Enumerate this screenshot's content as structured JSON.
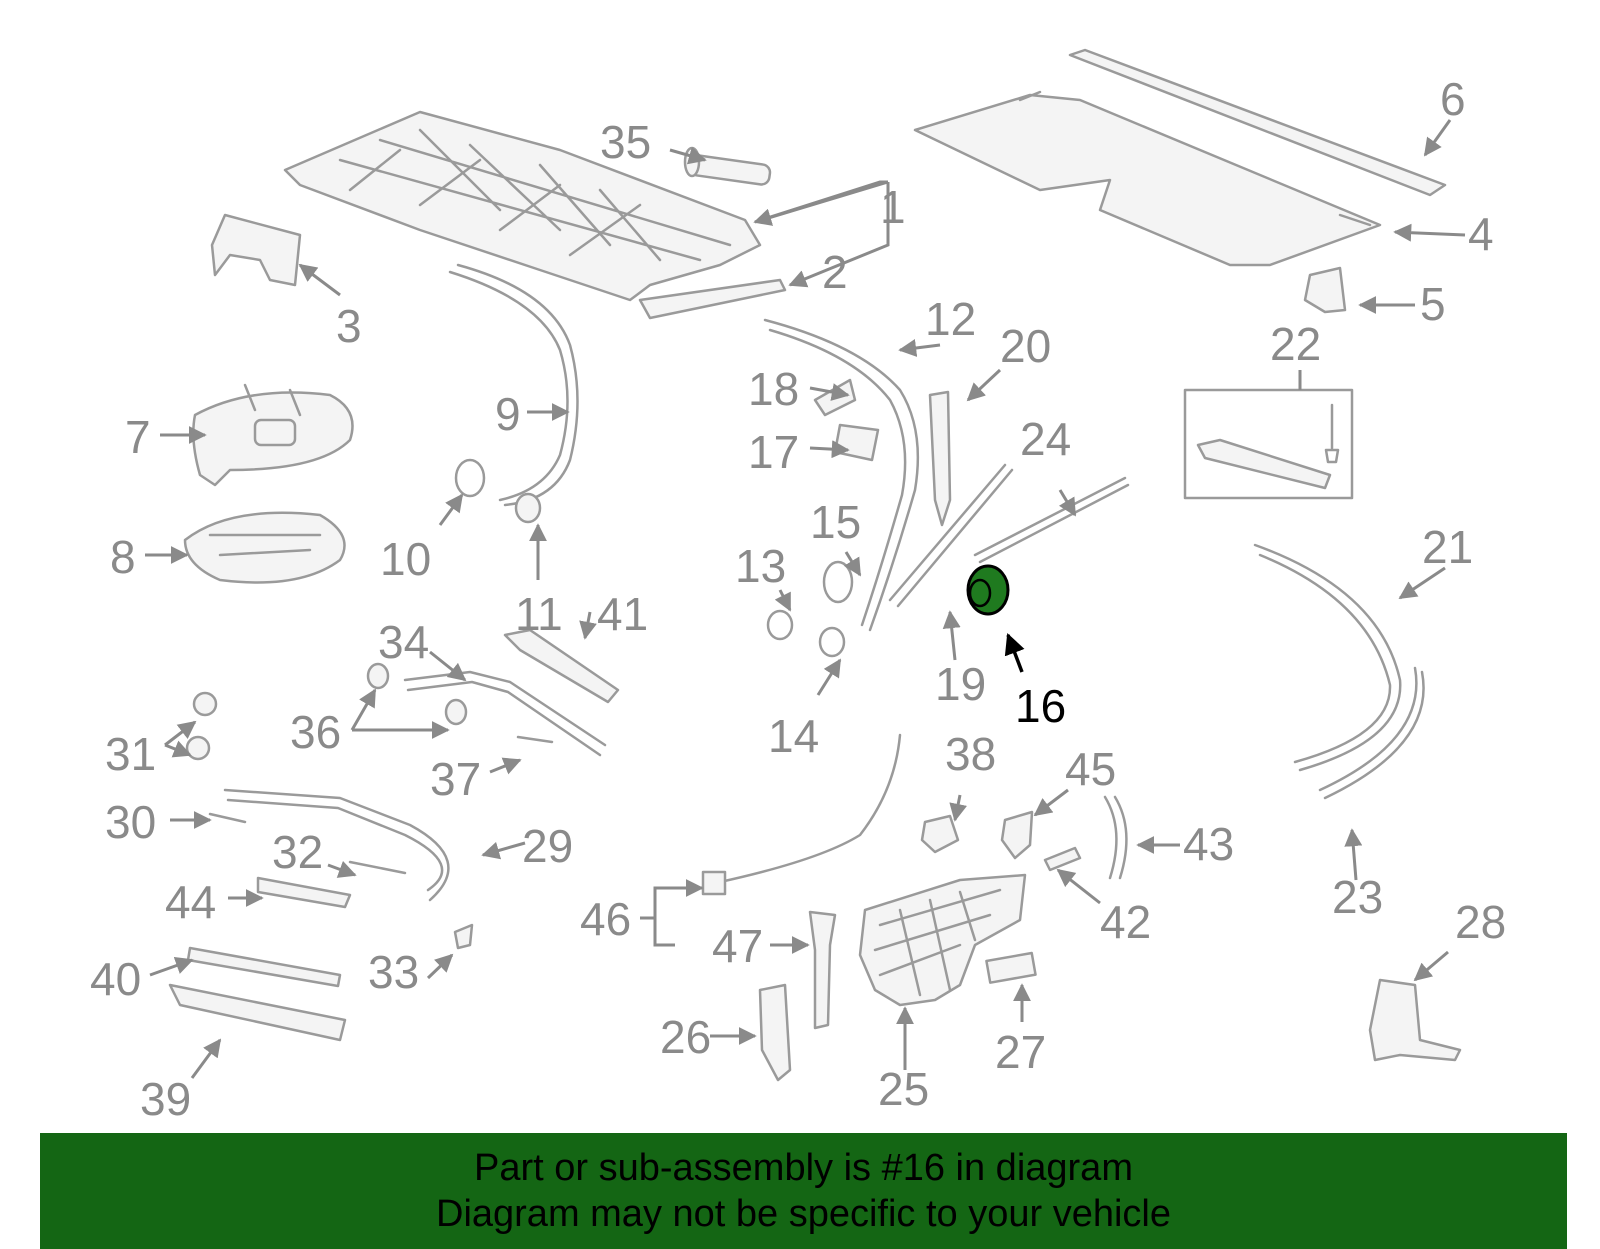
{
  "banner": {
    "line1": "Part or sub-assembly is #16 in diagram",
    "line2": "Diagram may not be specific to your vehicle"
  },
  "highlighted_part": "16",
  "colors": {
    "banner_bg": "#146614",
    "highlight_part": "#1f7a1f",
    "diagram_line": "#9a9a9a",
    "label_gray": "#8a8a8a"
  },
  "labels": {
    "l1": "1",
    "l2": "2",
    "l3": "3",
    "l4": "4",
    "l5": "5",
    "l6": "6",
    "l7": "7",
    "l8": "8",
    "l9": "9",
    "l10": "10",
    "l11": "11",
    "l12": "12",
    "l13": "13",
    "l14": "14",
    "l15": "15",
    "l16": "16",
    "l17": "17",
    "l18": "18",
    "l19": "19",
    "l20": "20",
    "l21": "21",
    "l22": "22",
    "l23": "23",
    "l24": "24",
    "l25": "25",
    "l26": "26",
    "l27": "27",
    "l28": "28",
    "l29": "29",
    "l30": "30",
    "l31": "31",
    "l32": "32",
    "l33": "33",
    "l34": "34",
    "l35": "35",
    "l36": "36",
    "l37": "37",
    "l38": "38",
    "l39": "39",
    "l40": "40",
    "l41": "41",
    "l42": "42",
    "l43": "43",
    "l44": "44",
    "l45": "45",
    "l46": "46",
    "l47": "47"
  }
}
